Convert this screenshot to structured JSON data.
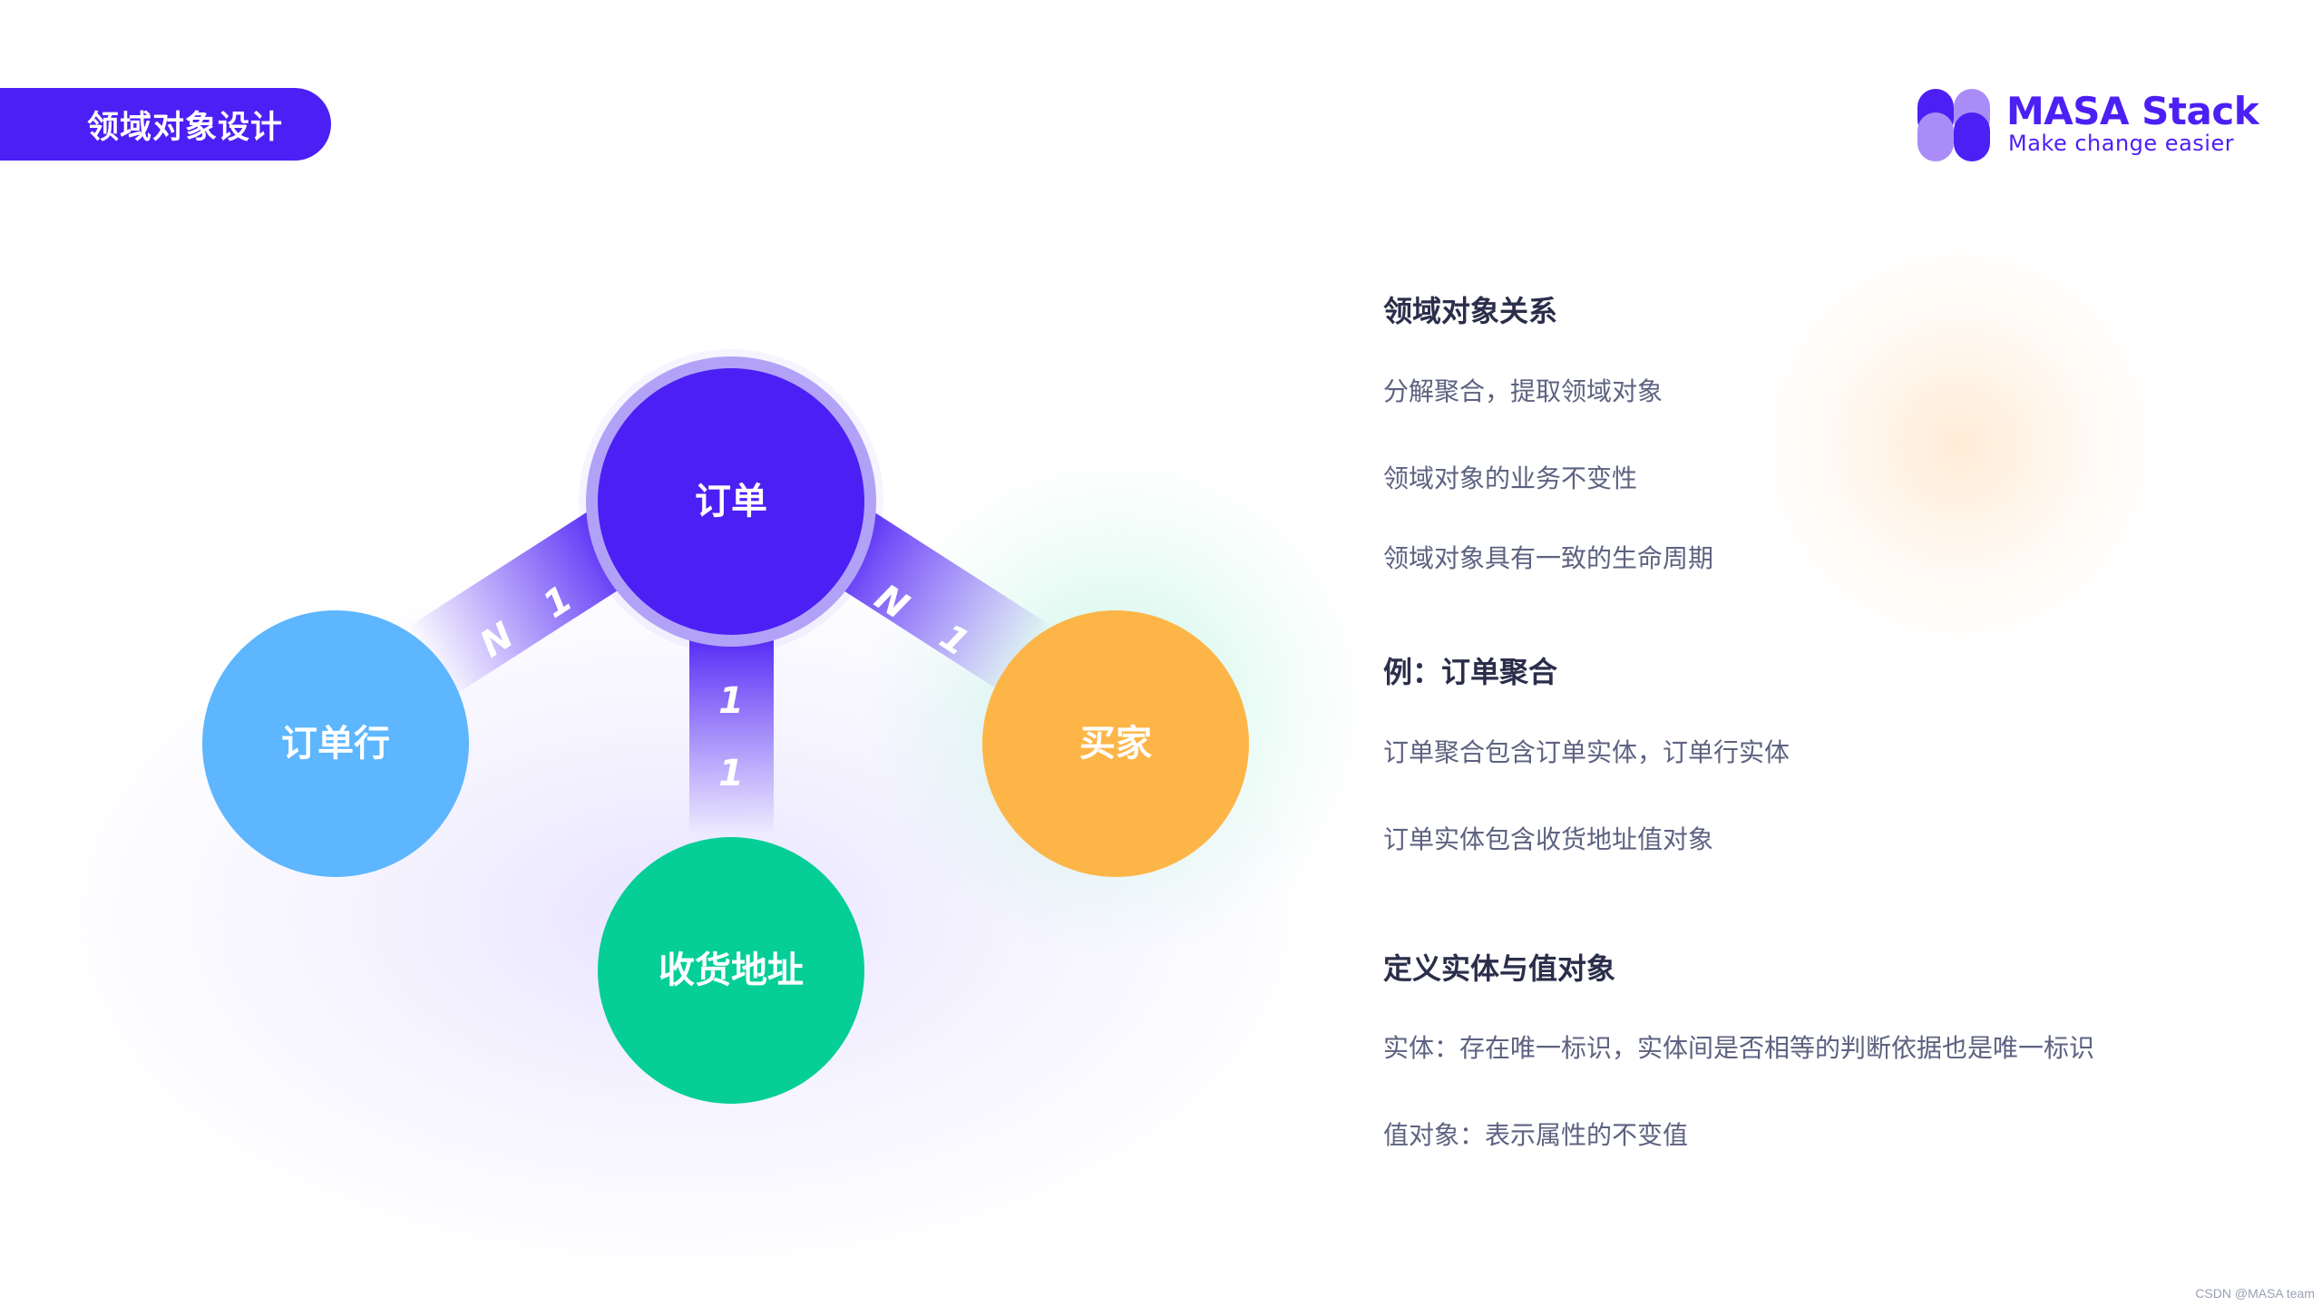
{
  "header": {
    "title": "领域对象设计"
  },
  "logo": {
    "name": "MASA Stack",
    "tagline": "Make change easier",
    "colors": {
      "dark": "#4C1FF5",
      "light": "#A98CF8"
    }
  },
  "diagram": {
    "nodes": [
      {
        "id": "order",
        "label": "订单",
        "color": "#4C1FF5"
      },
      {
        "id": "order_line",
        "label": "订单行",
        "color": "#5DB6FE"
      },
      {
        "id": "buyer",
        "label": "买家",
        "color": "#FDB548"
      },
      {
        "id": "address",
        "label": "收货地址",
        "color": "#05CE97"
      }
    ],
    "relations": [
      {
        "from": "order",
        "to": "order_line",
        "from_card": "1",
        "to_card": "N"
      },
      {
        "from": "order",
        "to": "buyer",
        "from_card": "N",
        "to_card": "1"
      },
      {
        "from": "order",
        "to": "address",
        "from_card": "1",
        "to_card": "1"
      }
    ]
  },
  "sections": [
    {
      "title": "领域对象关系",
      "items": [
        "分解聚合，提取领域对象",
        "领域对象的业务不变性",
        "领域对象具有一致的生命周期"
      ]
    },
    {
      "title": "例：订单聚合",
      "items": [
        "订单聚合包含订单实体，订单行实体",
        "订单实体包含收货地址值对象"
      ]
    },
    {
      "title": "定义实体与值对象",
      "items": [
        "实体：存在唯一标识，实体间是否相等的判断依据也是唯一标识",
        "值对象：表示属性的不变值"
      ]
    }
  ],
  "footer": {
    "note": "CSDN @MASA team"
  }
}
